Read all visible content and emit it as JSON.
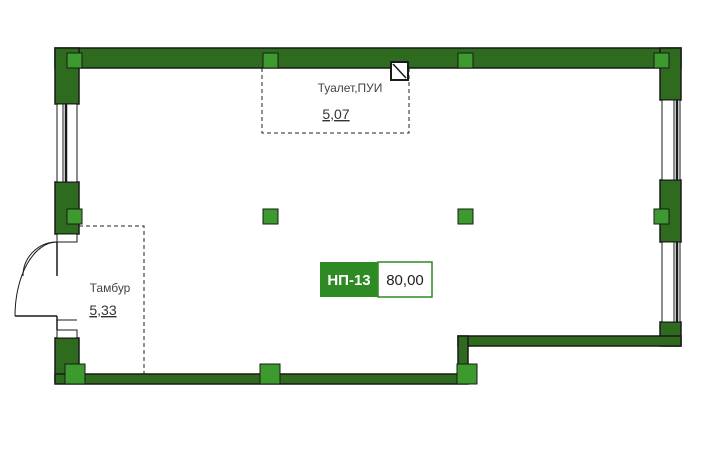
{
  "colors": {
    "wall": "#2f6b1f",
    "column": "#3d9a2e",
    "badge": "#2e8a22",
    "outline": "#1a1a1a"
  },
  "rooms": {
    "toilet": {
      "label": "Туалет,ПУИ",
      "area": "5,07"
    },
    "vestibule": {
      "label": "Тамбур",
      "area": "5,33"
    }
  },
  "unit": {
    "code": "НП-13",
    "area": "80,00"
  }
}
